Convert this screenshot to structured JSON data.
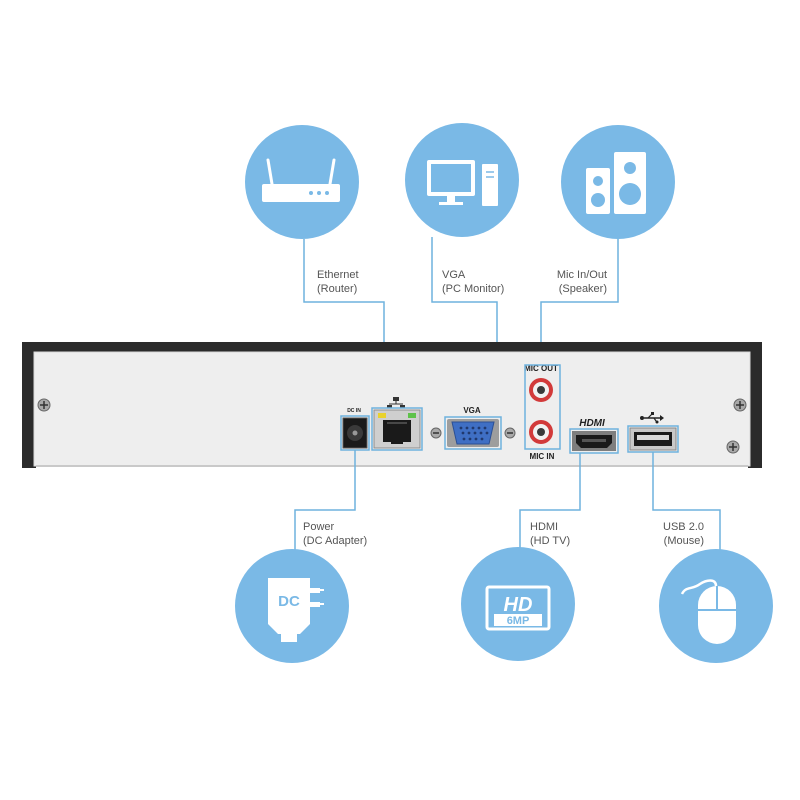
{
  "colors": {
    "bubble": "#7ab9e6",
    "leader_line": "#6fb2dd",
    "panel_face": "#eeeeee",
    "panel_frame": "#2b2b2b",
    "rca_red": "#d23a3a",
    "vga_blue": "#3f6fc4",
    "led_green": "#5ec24a",
    "led_yellow": "#e9d22e"
  },
  "callouts": {
    "ethernet": {
      "line1": "Ethernet",
      "line2": "(Router)",
      "icon": "router-icon"
    },
    "vga": {
      "line1": "VGA",
      "line2": "(PC Monitor)",
      "icon": "pc-monitor-icon"
    },
    "mic": {
      "line1": "Mic In/Out",
      "line2": "(Speaker)",
      "icon": "speaker-icon"
    },
    "power": {
      "line1": "Power",
      "line2": "(DC Adapter)",
      "icon": "dc-adapter-icon",
      "badge": "DC"
    },
    "hdmi": {
      "line1": "HDMI",
      "line2": "(HD TV)",
      "icon": "hd-tv-icon",
      "badge_top": "HD",
      "badge_bottom": "6MP"
    },
    "usb": {
      "line1": "USB 2.0",
      "line2": "(Mouse)",
      "icon": "mouse-icon"
    }
  },
  "panel": {
    "dc_label": "DC IN",
    "vga_label": "VGA",
    "mic_out_label": "MIC OUT",
    "mic_in_label": "MIC IN",
    "hdmi_label": "HDMI"
  }
}
